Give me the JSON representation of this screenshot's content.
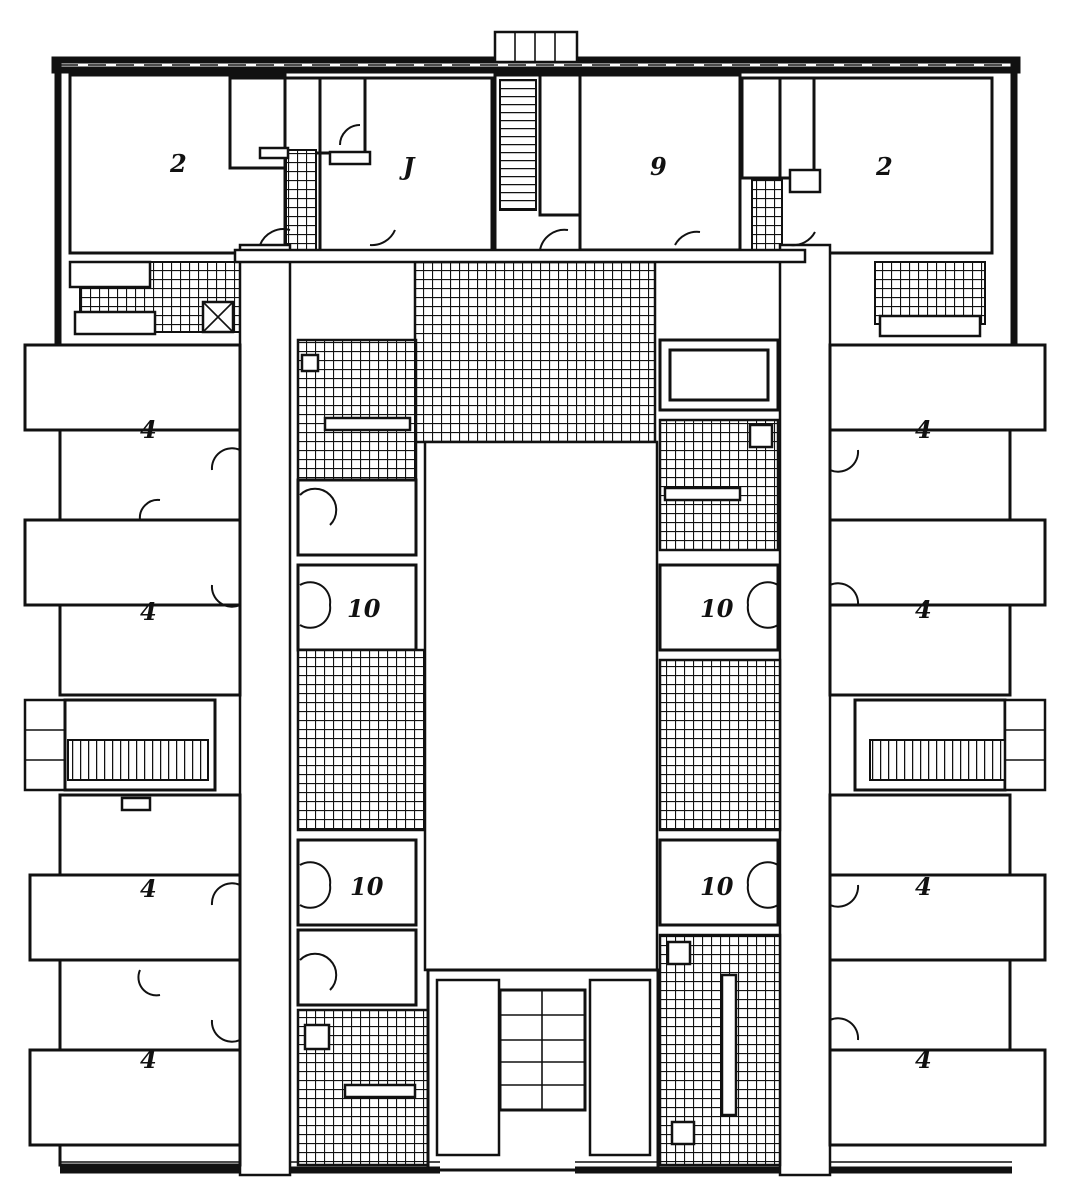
{
  "rooms": {
    "r2_left": "2",
    "r3": "J",
    "r9": "9",
    "r2_right": "2",
    "r4_l1": "4",
    "r4_l2": "4",
    "r4_l3": "4",
    "r4_l4": "4",
    "r4_r1": "4",
    "r4_r2": "4",
    "r4_r3": "4",
    "r4_r4": "4",
    "r10_l1": "10",
    "r10_r1": "10",
    "r10_l2": "10",
    "r10_r2": "10"
  },
  "colors": {
    "line": "#111111",
    "background": "#ffffff"
  }
}
